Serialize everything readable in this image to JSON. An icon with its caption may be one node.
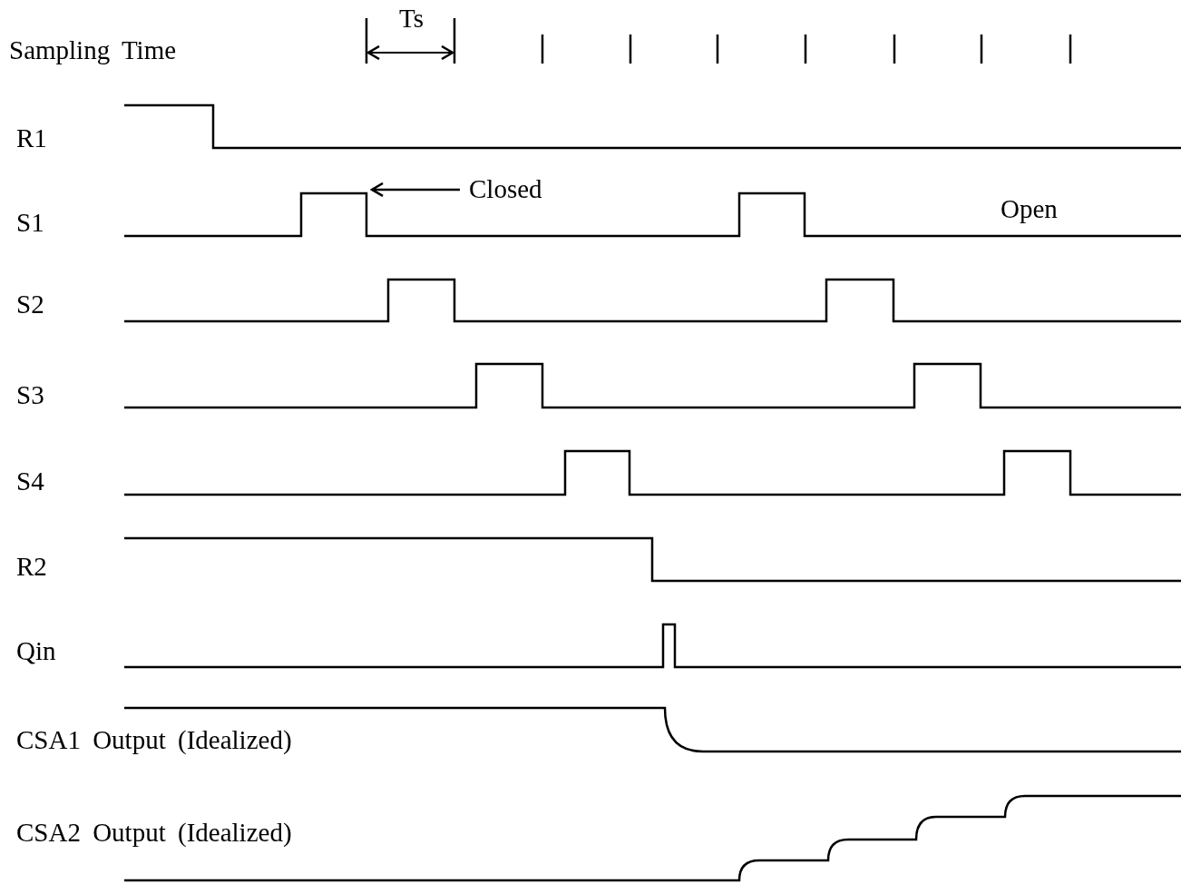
{
  "diagram": {
    "nodes": [
      {
        "text": [
          "Closed"
        ]
      },
      {
        "text": [],
        "shape": "line"
      }
    ],
    "edges": [
      {
        "from": 0,
        "to": 1,
        "arrow": "to"
      }
    ],
    "labels": [
      "Sampling Time",
      "Ts",
      "R1",
      "S1",
      "Open",
      "S2",
      "S3",
      "S4",
      "R2",
      "Qin",
      "CSA1 Output (Idealized)",
      "CSA2 Output (Idealized)"
    ]
  }
}
